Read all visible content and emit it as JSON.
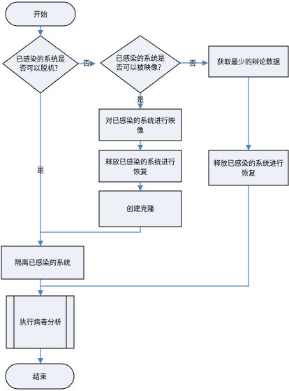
{
  "nodes": {
    "start": "开始",
    "d1": [
      "已感染的系统是",
      "否可以脱机？"
    ],
    "d2": [
      "已感染的系统是",
      "否可以被映像？"
    ],
    "get_data": "获取最少的辩论数据",
    "map": [
      "对已感染的系统进行映",
      "像"
    ],
    "release1": [
      "释放已感染的系统进行",
      "恢复"
    ],
    "release2": [
      "释放已感染的系统进行",
      "恢复"
    ],
    "clone": "创建克隆",
    "isolate": "隔离已感染的系统",
    "analyze": "执行病毒分析",
    "end": "结束"
  },
  "edge_labels": {
    "d1_no": "否",
    "d2_no": "否",
    "d2_yes": "是",
    "d1_yes": "是"
  },
  "colors": {
    "node_fill": "#eef0f8",
    "node_stroke": "#000000",
    "edge": "#4f81bd"
  }
}
